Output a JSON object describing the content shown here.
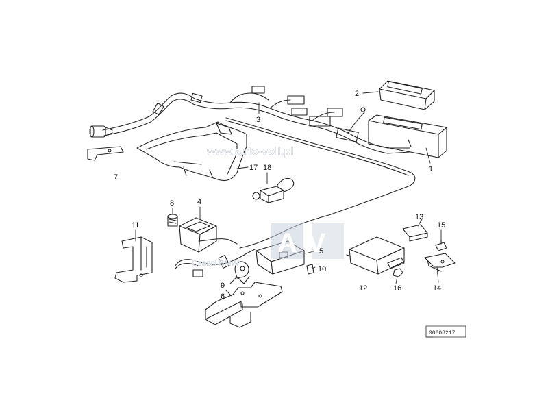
{
  "watermark": {
    "site": "www.auto-voll.pl",
    "logo_letters": "AV",
    "caption": "Czesci BMW"
  },
  "reference_number": "00008217",
  "callouts": [
    {
      "id": "1",
      "label": "1"
    },
    {
      "id": "2",
      "label": "2"
    },
    {
      "id": "3",
      "label": "3"
    },
    {
      "id": "4",
      "label": "4"
    },
    {
      "id": "5",
      "label": "5"
    },
    {
      "id": "6",
      "label": "6"
    },
    {
      "id": "7",
      "label": "7"
    },
    {
      "id": "8",
      "label": "8"
    },
    {
      "id": "9",
      "label": "9"
    },
    {
      "id": "10",
      "label": "10"
    },
    {
      "id": "11",
      "label": "11"
    },
    {
      "id": "12",
      "label": "12"
    },
    {
      "id": "13",
      "label": "13"
    },
    {
      "id": "14",
      "label": "14"
    },
    {
      "id": "15",
      "label": "15"
    },
    {
      "id": "16",
      "label": "16"
    },
    {
      "id": "17",
      "label": "17"
    },
    {
      "id": "18",
      "label": "18"
    }
  ]
}
